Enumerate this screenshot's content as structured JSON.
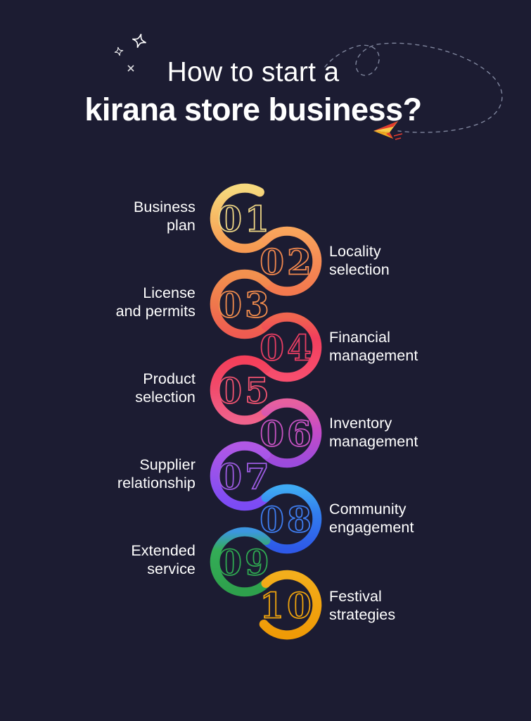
{
  "background_color": "#1C1C32",
  "title": {
    "line1": "How to start a",
    "line2": "kirana store business?"
  },
  "steps": [
    {
      "number": "01",
      "label_lines": [
        "Business",
        "plan"
      ],
      "side": "left",
      "number_color": "#EDD584",
      "path_start": "#F6D97E",
      "path_mid": "#F7BC66",
      "path_end": "#F79A52"
    },
    {
      "number": "02",
      "label_lines": [
        "Locality",
        "selection"
      ],
      "side": "right",
      "number_color": "#F1884E",
      "path_start": "#F9A55C",
      "path_mid": "#F68D55",
      "path_end": "#F3794E"
    },
    {
      "number": "03",
      "label_lines": [
        "License",
        "and permits"
      ],
      "side": "left",
      "number_color": "#EF8B4D",
      "path_start": "#F2914F",
      "path_mid": "#EF7A4C",
      "path_end": "#EF5B51"
    },
    {
      "number": "04",
      "label_lines": [
        "Financial",
        "management"
      ],
      "side": "right",
      "number_color": "#E83E63",
      "path_start": "#F0654F",
      "path_mid": "#F23E5D",
      "path_end": "#F84E6E"
    },
    {
      "number": "05",
      "label_lines": [
        "Product",
        "selection"
      ],
      "side": "left",
      "number_color": "#EF5370",
      "path_start": "#F43F5A",
      "path_mid": "#F14A6B",
      "path_end": "#EF628C"
    },
    {
      "number": "06",
      "label_lines": [
        "Inventory",
        "management"
      ],
      "side": "right",
      "number_color": "#C753C3",
      "path_start": "#E7609F",
      "path_mid": "#C64BC6",
      "path_end": "#9B4BDC"
    },
    {
      "number": "07",
      "label_lines": [
        "Supplier",
        "relationship"
      ],
      "side": "left",
      "number_color": "#9C5BE0",
      "path_start": "#B158E5",
      "path_mid": "#9852EC",
      "path_end": "#7B4BF5"
    },
    {
      "number": "08",
      "label_lines": [
        "Community",
        "engagement"
      ],
      "side": "right",
      "number_color": "#3E7DF0",
      "path_start": "#3FA9F3",
      "path_mid": "#327EEE",
      "path_end": "#2E59E8"
    },
    {
      "number": "09",
      "label_lines": [
        "Extended",
        "service"
      ],
      "side": "left",
      "number_color": "#2FA851",
      "path_start": "#3C96E0",
      "path_mid": "#34AD57",
      "path_end": "#2EA04C"
    },
    {
      "number": "10",
      "label_lines": [
        "Festival",
        "strategies"
      ],
      "side": "right",
      "number_color": "#EEA30D",
      "path_start": "#F3AE1C",
      "path_mid": "#F1A411",
      "path_end": "#EF9A06"
    }
  ],
  "decor": {
    "dash_color": "#99A0B8",
    "sparkle_color": "#FFFFFF",
    "plane": {
      "body_color": "#F7CE4C",
      "fold_color": "#F0A81F",
      "accent_color": "#E23B2E"
    }
  }
}
